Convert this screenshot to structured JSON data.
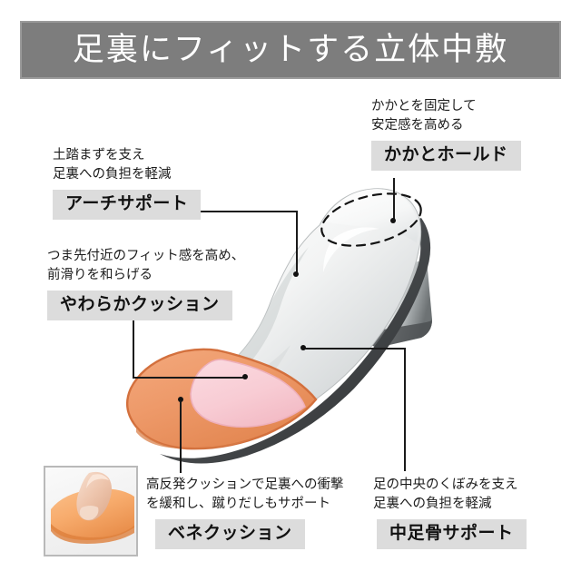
{
  "banner": {
    "title": "足裏にフィットする立体中敷"
  },
  "colors": {
    "banner_bg": "#7d7d7d",
    "banner_border": "#9a9a9a",
    "banner_text": "#ffffff",
    "badge_bg": "#dcdcdc",
    "badge_text": "#111111",
    "body_text": "#1c1c1c",
    "insole_orange": "#ee9a6a",
    "insole_orange_edge": "#d3703d",
    "insole_pink": "#f8ccd4",
    "insole_pink_edge": "#eeb0bc",
    "insole_gray_light": "#f1f2f2",
    "insole_gray_mid": "#cfd2d3",
    "heel_block_gray": "#8e9294",
    "leader_line": "#1a1a1a",
    "page_bg": "#ffffff"
  },
  "callouts": [
    {
      "id": "arch-support",
      "desc_lines": [
        "土踏まずを支え",
        "足裏への負担を軽減"
      ],
      "badge": "アーチサポート"
    },
    {
      "id": "soft-cushion",
      "desc_lines": [
        "つま先付近のフィット感を高め、",
        "前滑りを和らげる"
      ],
      "badge": "やわらかクッション"
    },
    {
      "id": "heel-hold",
      "desc_lines": [
        "かかとを固定して",
        "安定感を高める"
      ],
      "badge": "かかとホールド"
    },
    {
      "id": "vene-cushion",
      "desc_lines": [
        "高反発クッションで足裏への衝撃",
        "を緩和し、蹴りだしもサポート"
      ],
      "badge": "ベネクッション"
    },
    {
      "id": "metatarsal-support",
      "desc_lines": [
        "足の中央のくぼみを支え",
        "足裏への負担を軽減"
      ],
      "badge": "中足骨サポート"
    }
  ],
  "illustration": {
    "name": "shoe-insole-cutaway",
    "parts": [
      "heel-hold-dashed-ellipse",
      "arch-support-gray-body",
      "metatarsal-dip",
      "forefoot-orange-pad",
      "pink-soft-cushion-patch",
      "shoe-heel-block"
    ]
  },
  "inset_photo": {
    "name": "finger-pressing-orange-cushion-photo",
    "alt": "finger-pressing-cushion"
  }
}
